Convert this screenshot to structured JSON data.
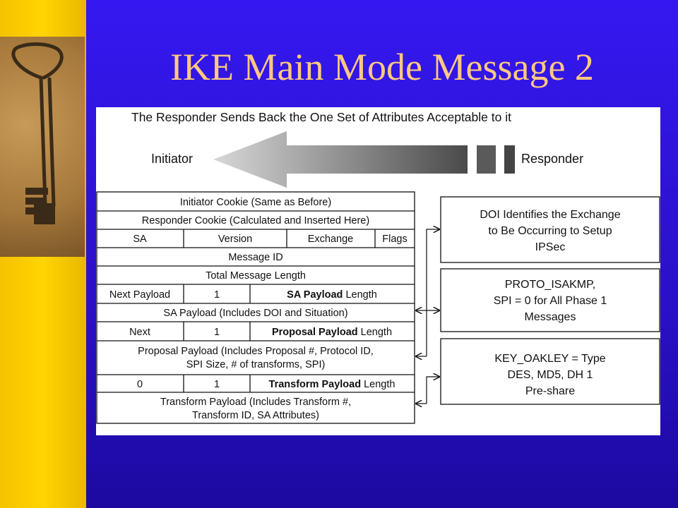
{
  "slide": {
    "title": "IKE Main Mode Message 2",
    "title_color": "#ffc880",
    "background_color": "#2a10c8",
    "accent_color": "#ffd400"
  },
  "diagram": {
    "heading": "The Responder Sends Back the One Set of Attributes Acceptable to it",
    "initiator_label": "Initiator",
    "responder_label": "Responder",
    "rows": {
      "initiator_cookie": "Initiator Cookie (Same as Before)",
      "responder_cookie": "Responder Cookie (Calculated and Inserted Here)",
      "sa": "SA",
      "version": "Version",
      "exchange": "Exchange",
      "flags": "Flags",
      "message_id": "Message ID",
      "total_length": "Total Message Length",
      "next_payload": "Next Payload",
      "one_a": "1",
      "sa_payload_bold": "SA Payload",
      "sa_payload_rest": " Length",
      "sa_payload_desc": "SA Payload (Includes DOI and Situation)",
      "next": "Next",
      "one_b": "1",
      "proposal_bold": "Proposal Payload",
      "proposal_rest": " Length",
      "proposal_desc_1": "Proposal Payload (Includes Proposal #, Protocol ID,",
      "proposal_desc_2": "SPI Size, # of transforms, SPI)",
      "zero": "0",
      "one_c": "1",
      "transform_bold": "Transform Payload",
      "transform_rest": " Length",
      "transform_desc_1": "Transform Payload (Includes Transform #,",
      "transform_desc_2": "Transform ID, SA Attributes)"
    },
    "notes": {
      "doi": [
        "DOI Identifies the Exchange",
        "to Be Occurring to Setup",
        "IPSec"
      ],
      "proto": [
        "PROTO_ISAKMP,",
        "SPI = 0 for All Phase 1",
        "Messages"
      ],
      "key": [
        "KEY_OAKLEY = Type",
        "DES, MD5, DH 1",
        "Pre-share"
      ]
    }
  }
}
